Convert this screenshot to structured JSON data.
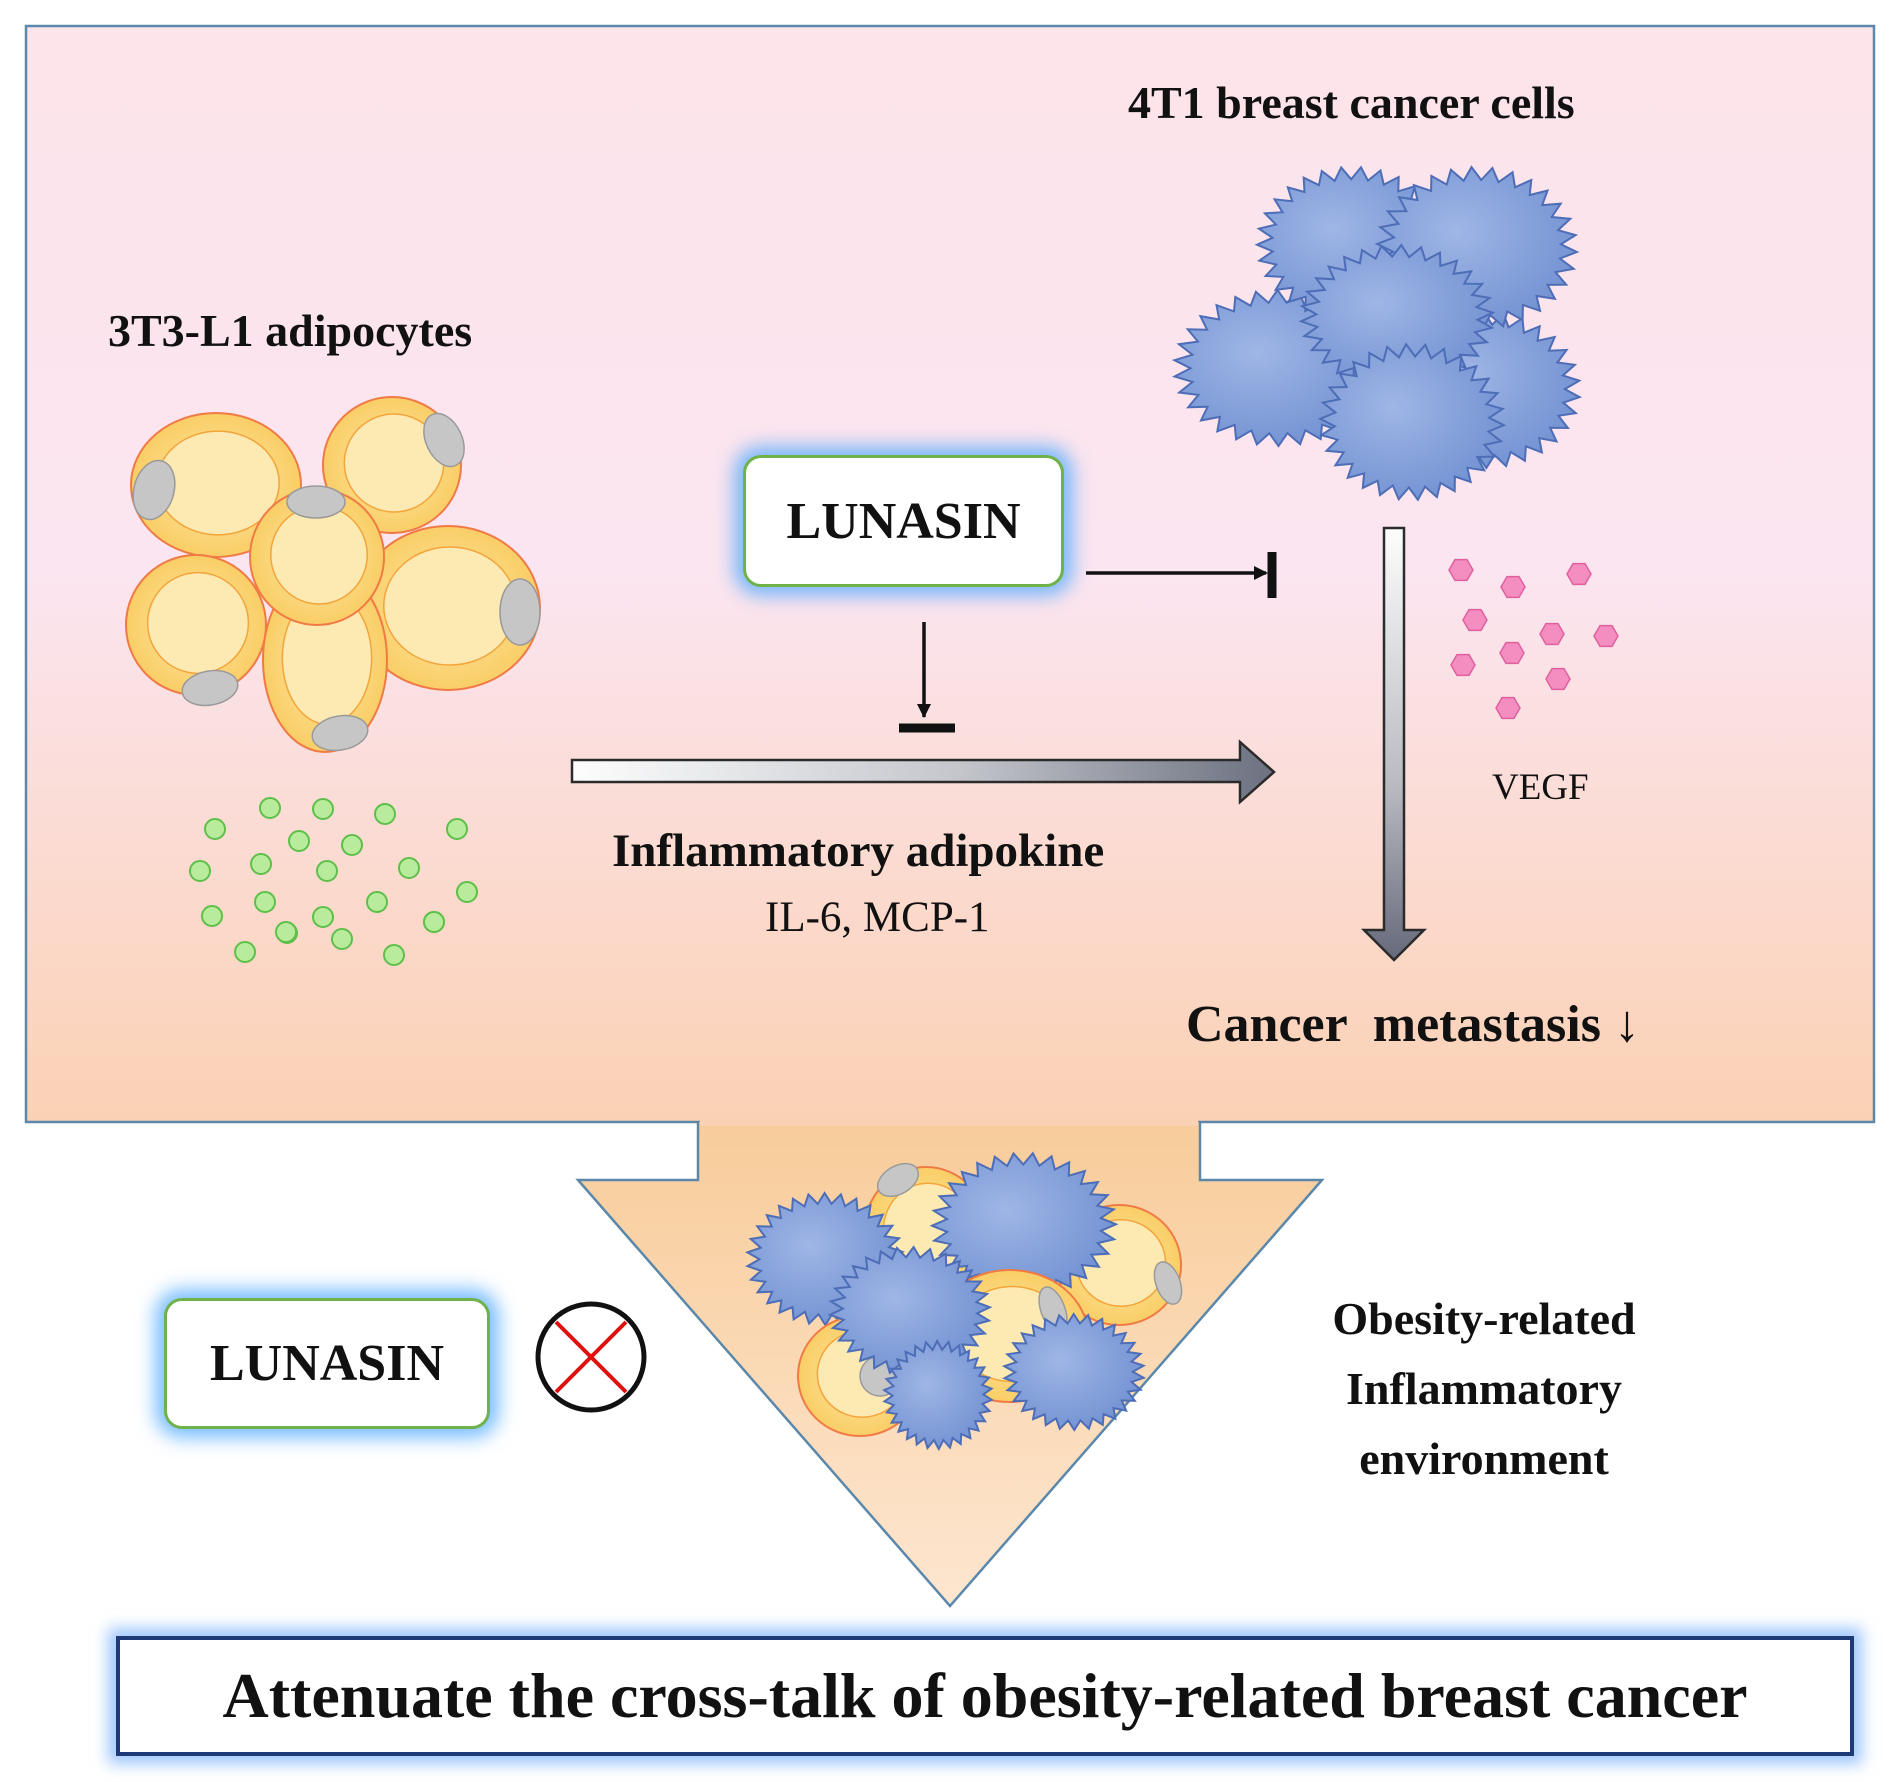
{
  "top_panel": {
    "adipocytes_label": "3T3-L1 adipocytes",
    "cancer_cells_label": "4T1 breast cancer cells",
    "lunasin_label": "LUNASIN",
    "vegf_label": "VEGF",
    "adipokine_label": "Inflammatory adipokine",
    "adipokine_examples": "IL-6, MCP-1",
    "metastasis_label": "Cancer  metastasis ↓"
  },
  "bottom_panel": {
    "lunasin_label": "LUNASIN",
    "environment_line1": "Obesity-related",
    "environment_line2": "Inflammatory",
    "environment_line3": "environment"
  },
  "result": {
    "text": "Attenuate the cross-talk of obesity-related breast cancer"
  },
  "colors": {
    "panel_top": "#fde3e9",
    "panel_mid": "#fbe4ef",
    "panel_bottom": "#fbd0b3",
    "panel_border": "#5b88aa",
    "adipocyte_fill": "#fbd47a",
    "adipocyte_core": "#fdeab2",
    "adipocyte_nucleus": "#c6c6c6",
    "cancer_cell": "#7c9ad6",
    "cancer_cell_edge": "#4d6db7",
    "adipokine_dot": "#b8ec9c",
    "vegf_hexagon": "#f58ec0",
    "lunasin_glow": "#50aaff",
    "lunasin_border": "#6fb24a",
    "result_border": "#1f3a78",
    "cross_mark": "#e01010"
  }
}
